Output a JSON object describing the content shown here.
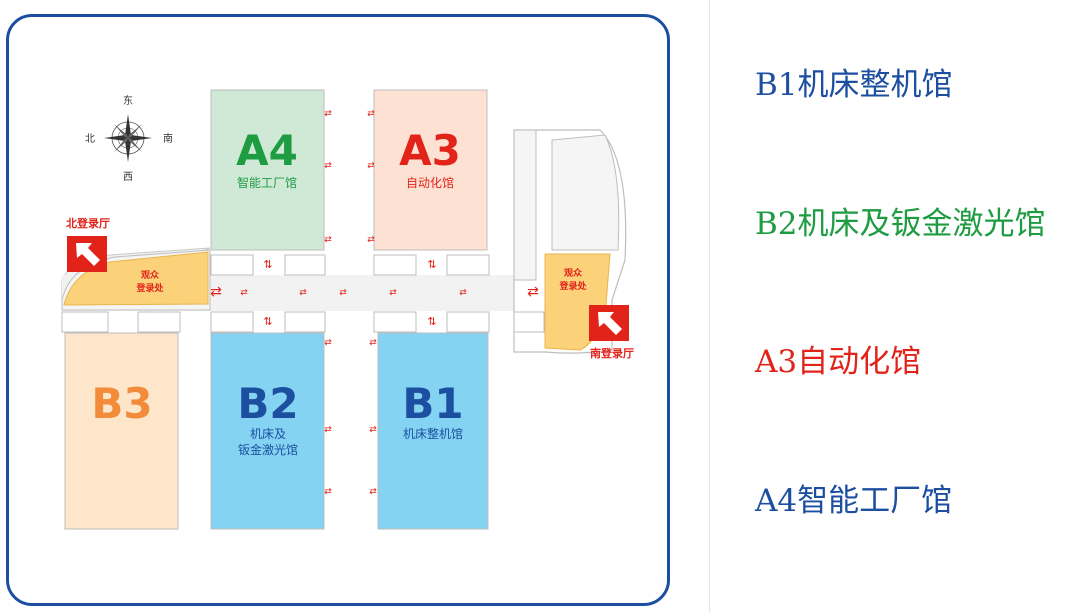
{
  "compass": {
    "east": "东",
    "west": "西",
    "north": "北",
    "south": "南"
  },
  "halls": {
    "a4": {
      "code": "A4",
      "name": "智能工厂馆",
      "color": "#1e9c42",
      "fill": "#cfe9d6"
    },
    "a3": {
      "code": "A3",
      "name": "自动化馆",
      "color": "#e2231a",
      "fill": "#fde2d3"
    },
    "b3": {
      "code": "B3",
      "color": "#f28c3a",
      "fill": "#fde6c9"
    },
    "b2": {
      "code": "B2",
      "name_line1": "机床及",
      "name_line2": "钣金激光馆",
      "color": "#1c4fa0",
      "fill": "#85d3f3"
    },
    "b1": {
      "code": "B1",
      "name": "机床整机馆",
      "color": "#1c4fa0",
      "fill": "#85d3f3"
    }
  },
  "entrances": {
    "north": {
      "label": "北登录厅",
      "hall_line1": "观众",
      "hall_line2": "登录处"
    },
    "south": {
      "label": "南登录厅",
      "hall_line1": "观众",
      "hall_line2": "登录处"
    }
  },
  "legend": [
    {
      "text": "B1机床整机馆",
      "color": "#1c4fa0"
    },
    {
      "text": "B2机床及钣金激光馆",
      "color": "#1e9c42"
    },
    {
      "text": "A3自动化馆",
      "color": "#e2231a"
    },
    {
      "text": "A4智能工厂馆",
      "color": "#1c4fa0"
    }
  ],
  "colors": {
    "frame": "#1c4fa0",
    "corridor": "#f2f2f2",
    "registration": "#fbd27a",
    "entrance_marker": "#e2231a",
    "arrow": "#e2231a"
  }
}
